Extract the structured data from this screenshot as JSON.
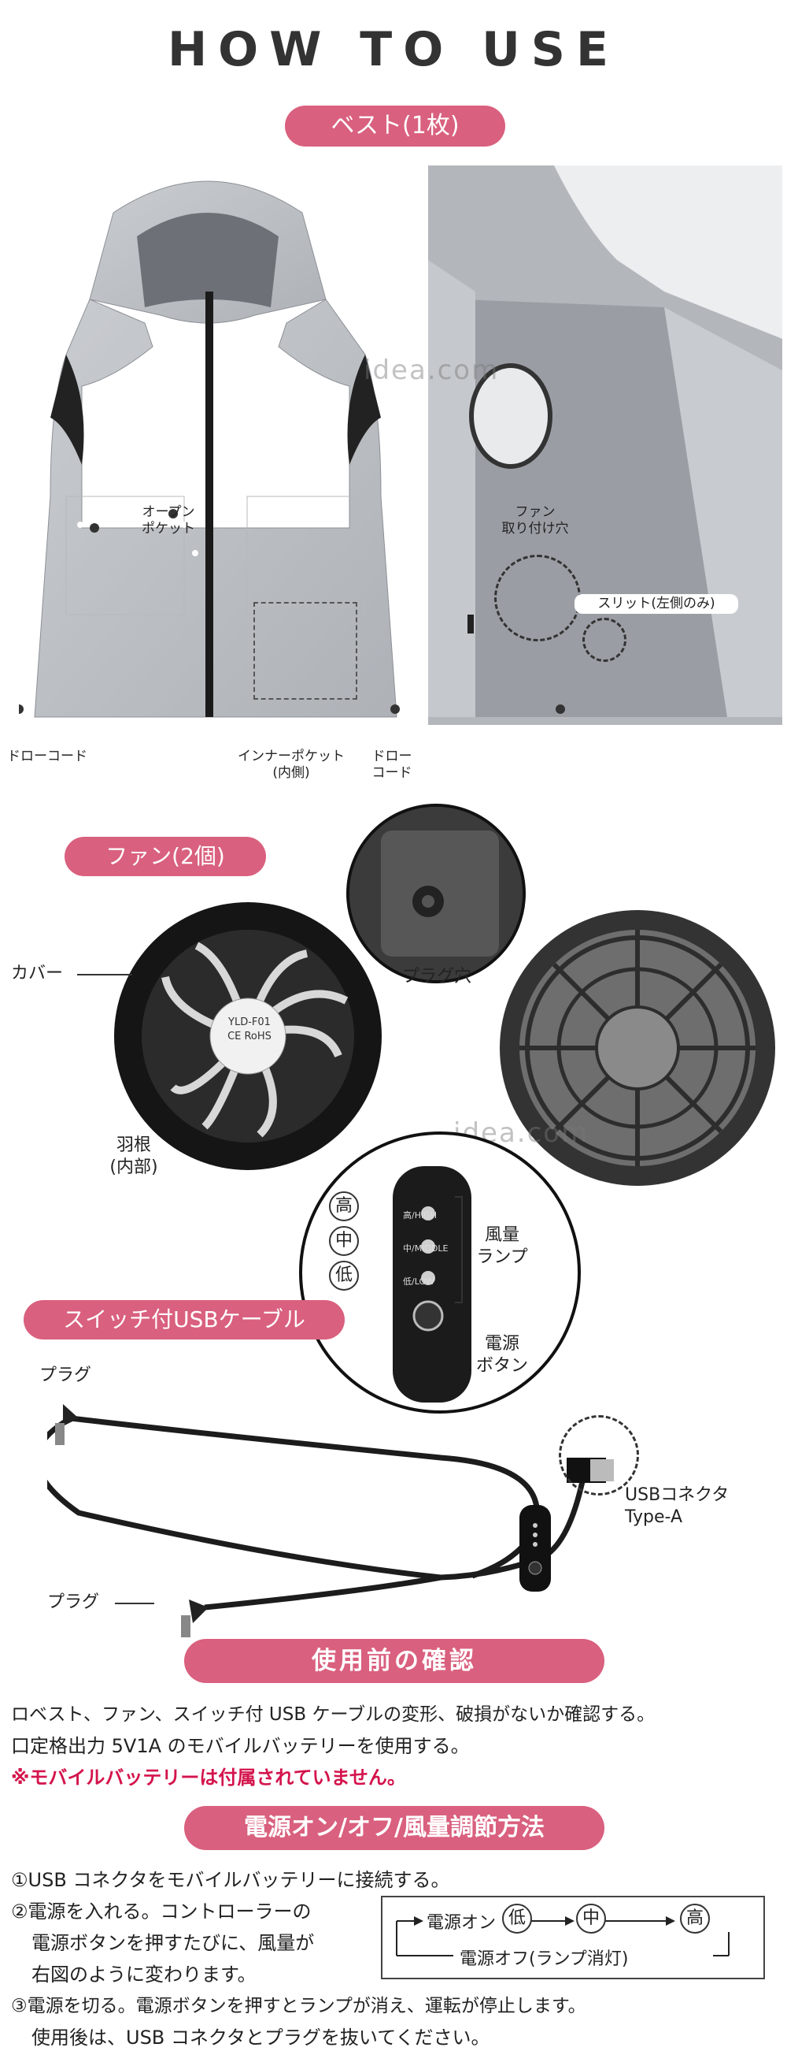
{
  "header": {
    "title": "HOW TO USE"
  },
  "vest": {
    "badge": "ベスト(1枚)",
    "watermark": "idea.com",
    "labels": {
      "open_pocket": "オープン\nポケット",
      "drawcord_left": "ドローコード",
      "inner_pocket": "インナーポケット\n(内側)",
      "drawcord_right": "ドロー\nコード",
      "fan_hole": "ファン\n取り付け穴",
      "slit": "スリット(左側のみ)"
    }
  },
  "fan": {
    "badge": "ファン(2個)",
    "labels": {
      "cover": "カバー",
      "blade": "羽根\n(内部)",
      "plug_hole": "プラグ穴",
      "fan_text1": "YLD-F01",
      "fan_text2": "CE RoHS"
    },
    "watermark": "idea.com"
  },
  "controller": {
    "levels": [
      {
        "tag": "高",
        "small": "高/HIGH"
      },
      {
        "tag": "中",
        "small": "中/MIDDLE"
      },
      {
        "tag": "低",
        "small": "低/LOW"
      }
    ],
    "lamp_label": "風量\nランプ",
    "power_label": "電源\nボタン"
  },
  "cable": {
    "badge": "スイッチ付USBケーブル",
    "plug_top": "プラグ",
    "plug_bottom": "プラグ",
    "usb_label": "USBコネクタ\nType-A"
  },
  "check": {
    "badge": "使用前の確認",
    "lines": [
      "ロベスト、ファン、スイッチ付 USB ケーブルの変形、破損がないか確認する。",
      "口定格出力 5V1A のモバイルバッテリーを使用する。"
    ],
    "warning": "※モバイルバッテリーは付属されていません。"
  },
  "howto": {
    "badge": "電源オン/オフ/風量調節方法",
    "step1": "①USB コネクタをモバイルバッテリーに接続する。",
    "step2a": "②電源を入れる。コントローラーの",
    "step2b": "電源ボタンを押すたびに、風量が",
    "step2c": "右図のように変わります。",
    "step3a": "③電源を切る。電源ボタンを押すとランプが消え、運転が停止します。",
    "step3b": "使用後は、USB コネクタとプラグを抜いてください。",
    "diagram": {
      "power_on": "電源オン",
      "low": "低",
      "mid": "中",
      "high": "高",
      "power_off": "電源オフ(ランプ消灯)"
    }
  },
  "colors": {
    "accent": "#d9607e",
    "warning": "#d4144c"
  }
}
